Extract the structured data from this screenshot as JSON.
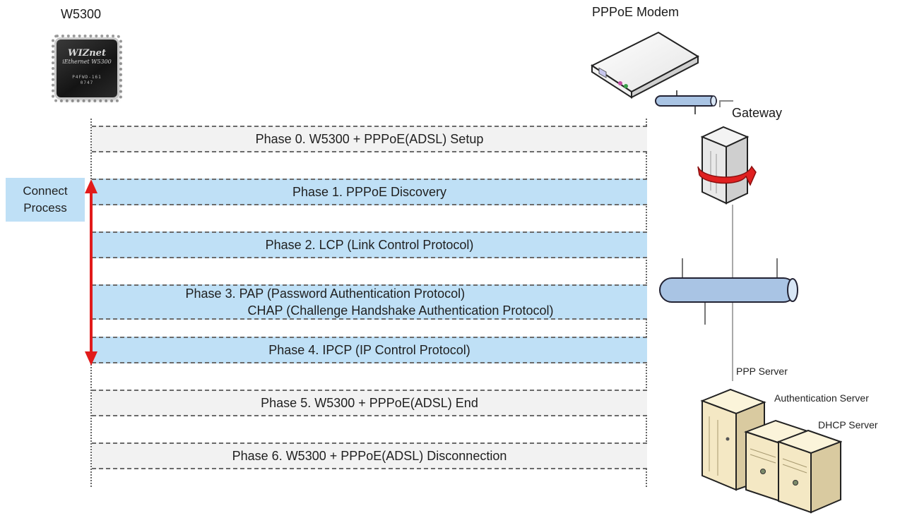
{
  "chip": {
    "title": "W5300",
    "logo_line1": "WIZnet",
    "logo_line2": "iEthernet W5300",
    "code_line1": "P4FWD-161",
    "code_line2": "0747"
  },
  "network": {
    "modem_label": "PPPoE Modem",
    "gateway_label": "Gateway",
    "ppp_server_label": "PPP Server",
    "auth_server_label": "Authentication Server",
    "dhcp_server_label": "DHCP Server"
  },
  "connect_process": {
    "line1": "Connect",
    "line2": "Process"
  },
  "phases": [
    {
      "text": "Phase 0.  W5300  + PPPoE(ADSL) Setup",
      "style": "gray"
    },
    {
      "text": "Phase 1. PPPoE Discovery",
      "style": "blue"
    },
    {
      "text": "Phase 2. LCP (Link Control Protocol)",
      "style": "blue"
    },
    {
      "line1": "Phase 3. PAP (Password Authentication Protocol)",
      "line2": "CHAP (Challenge Handshake Authentication Protocol)",
      "style": "blue"
    },
    {
      "text": "Phase 4. IPCP (IP Control Protocol)",
      "style": "blue"
    },
    {
      "text": "Phase 5.  W5300  + PPPoE(ADSL) End",
      "style": "gray"
    },
    {
      "text": "Phase 6.  W5300  + PPPoE(ADSL) Disconnection",
      "style": "gray"
    }
  ],
  "colors": {
    "phase_blue": "#bfe0f6",
    "phase_gray": "#f2f2f2",
    "arrow_red": "#e11b1b"
  },
  "icons": [
    "chip-icon",
    "modem-icon",
    "gateway-icon",
    "bus-icon",
    "server-icon"
  ]
}
